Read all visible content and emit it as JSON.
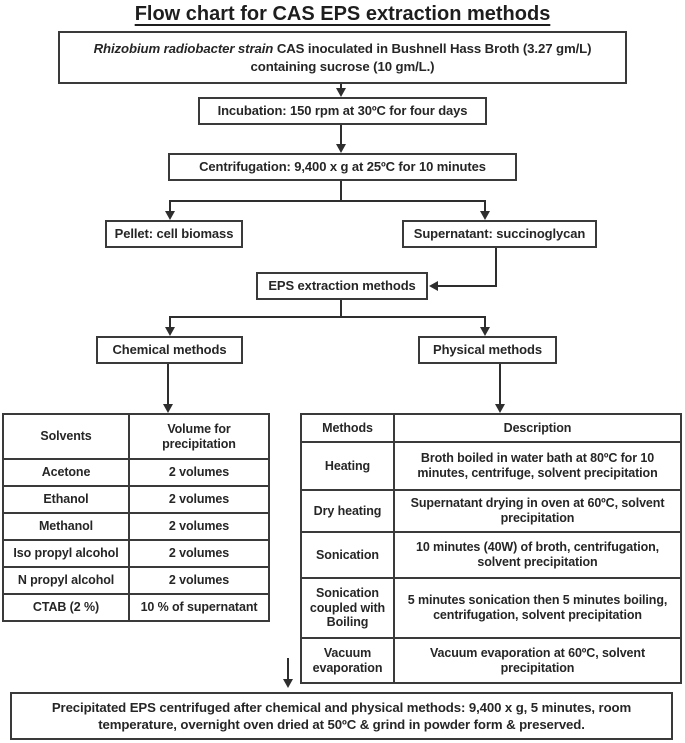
{
  "title": "Flow chart for CAS EPS extraction methods",
  "boxes": {
    "strain": {
      "italic": "Rhizobium radiobacter strain",
      "rest": " CAS inoculated in Bushnell Hass Broth (3.27 gm/L)",
      "line2": "containing sucrose (10 gm/L.)"
    },
    "incubation": "Incubation: 150 rpm at 30ºC for four days",
    "centrifugation": "Centrifugation: 9,400 x g at 25ºC for 10 minutes",
    "pellet": "Pellet: cell biomass",
    "supernatant": "Supernatant: succinoglycan",
    "eps_methods": "EPS extraction methods",
    "chemical": "Chemical methods",
    "physical": "Physical methods",
    "final": "Precipitated EPS centrifuged after chemical and physical methods: 9,400 x g, 5 minutes, room temperature, overnight oven dried at 50ºC & grind in powder form & preserved."
  },
  "solvents_table": {
    "headers": [
      "Solvents",
      "Volume for precipitation"
    ],
    "rows": [
      [
        "Acetone",
        "2 volumes"
      ],
      [
        "Ethanol",
        "2 volumes"
      ],
      [
        "Methanol",
        "2 volumes"
      ],
      [
        "Iso propyl alcohol",
        "2 volumes"
      ],
      [
        "N propyl alcohol",
        "2 volumes"
      ],
      [
        "CTAB (2 %)",
        "10 % of supernatant"
      ]
    ]
  },
  "methods_table": {
    "headers": [
      "Methods",
      "Description"
    ],
    "rows": [
      [
        "Heating",
        "Broth boiled in water bath at 80ºC for 10 minutes, centrifuge, solvent precipitation"
      ],
      [
        "Dry heating",
        "Supernatant drying in oven at 60ºC, solvent precipitation"
      ],
      [
        "Sonication",
        "10 minutes (40W) of broth, centrifugation, solvent precipitation"
      ],
      [
        "Sonication coupled with Boiling",
        "5 minutes sonication then 5 minutes boiling, centrifugation, solvent precipitation"
      ],
      [
        "Vacuum evaporation",
        "Vacuum evaporation at 60ºC, solvent precipitation"
      ]
    ]
  },
  "colors": {
    "ink": "#2e2e2e",
    "border": "#3a3a3a",
    "background": "#ffffff"
  }
}
